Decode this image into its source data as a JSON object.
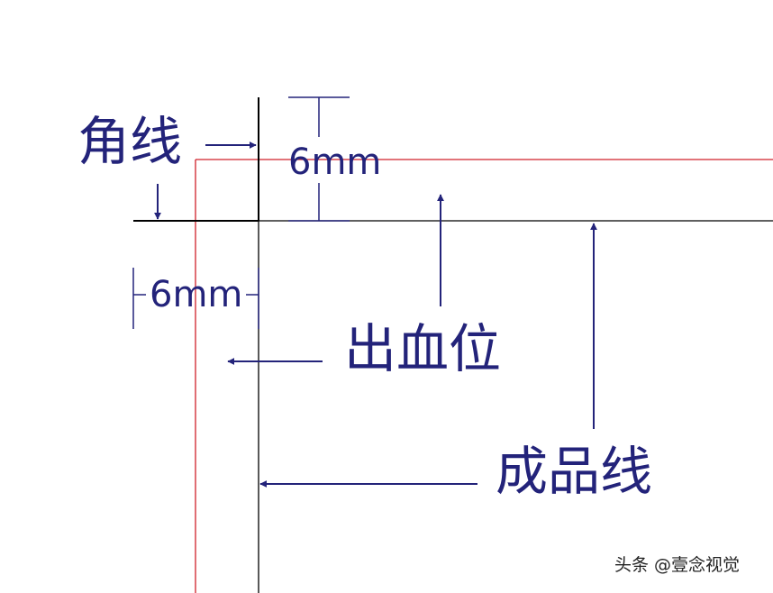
{
  "labels": {
    "corner_line": "角线",
    "dim_top": "6mm",
    "dim_left": "6mm",
    "bleed": "出血位",
    "trim_line": "成品线"
  },
  "watermark": "头条 @壹念视觉",
  "colors": {
    "text": "#23237a",
    "arrow": "#23237a",
    "trim_line": "#000000",
    "bleed_line": "#d0202a",
    "background": "#ffffff"
  }
}
